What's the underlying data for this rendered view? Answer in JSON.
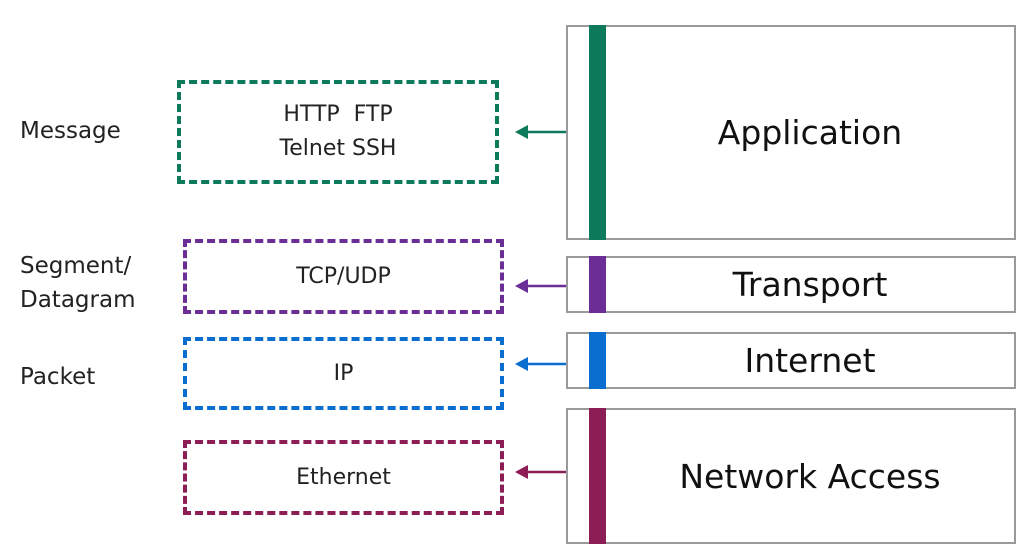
{
  "pdu_labels": {
    "message": [
      "Message"
    ],
    "segment": [
      "Segment/",
      "Datagram"
    ],
    "packet": [
      "Packet"
    ]
  },
  "protocols": {
    "application": [
      "HTTP  FTP",
      "Telnet SSH"
    ],
    "transport": [
      "TCP/UDP"
    ],
    "internet": [
      "IP"
    ],
    "network_access": [
      "Ethernet"
    ]
  },
  "layers": {
    "application": "Application",
    "transport": "Transport",
    "internet": "Internet",
    "network_access": "Network Access"
  },
  "colors": {
    "application": "#0e7a5c",
    "transport": "#6b2d96",
    "internet": "#0a6ed1",
    "network_access": "#8c1d55"
  }
}
